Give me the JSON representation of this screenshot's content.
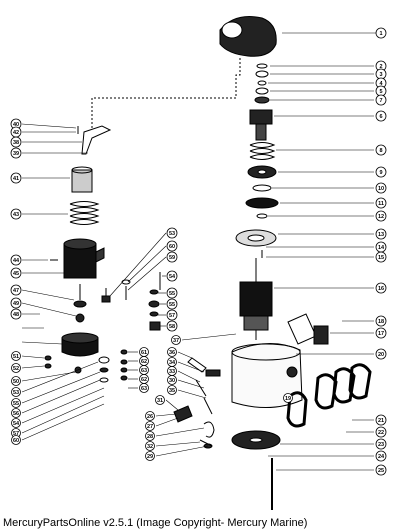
{
  "footer": {
    "caption": "MercuryPartsOnline v2.5.1 (Image Copyright- Mercury Marine)"
  },
  "callouts": {
    "right": [
      "1",
      "2",
      "3",
      "4",
      "5",
      "7",
      "6",
      "8",
      "9",
      "10",
      "11",
      "12",
      "13",
      "14",
      "15",
      "16",
      "18",
      "17",
      "20",
      "21",
      "22",
      "23",
      "24",
      "25"
    ],
    "left_top": [
      "40",
      "42",
      "38",
      "39",
      "41",
      "43"
    ],
    "left_mid": [
      "44",
      "45",
      "47",
      "49",
      "48"
    ],
    "left_low": [
      "51",
      "52",
      "50",
      "53",
      "55",
      "56",
      "54",
      "57",
      "60"
    ],
    "center_col": [
      "53",
      "60",
      "59",
      "54",
      "55",
      "55",
      "57",
      "58"
    ],
    "small_col": [
      "61",
      "62",
      "63",
      "62",
      "63"
    ],
    "lower_left": [
      "36",
      "34",
      "33",
      "30",
      "35",
      "31",
      "26",
      "27",
      "28",
      "32",
      "29",
      "37",
      "19"
    ]
  }
}
